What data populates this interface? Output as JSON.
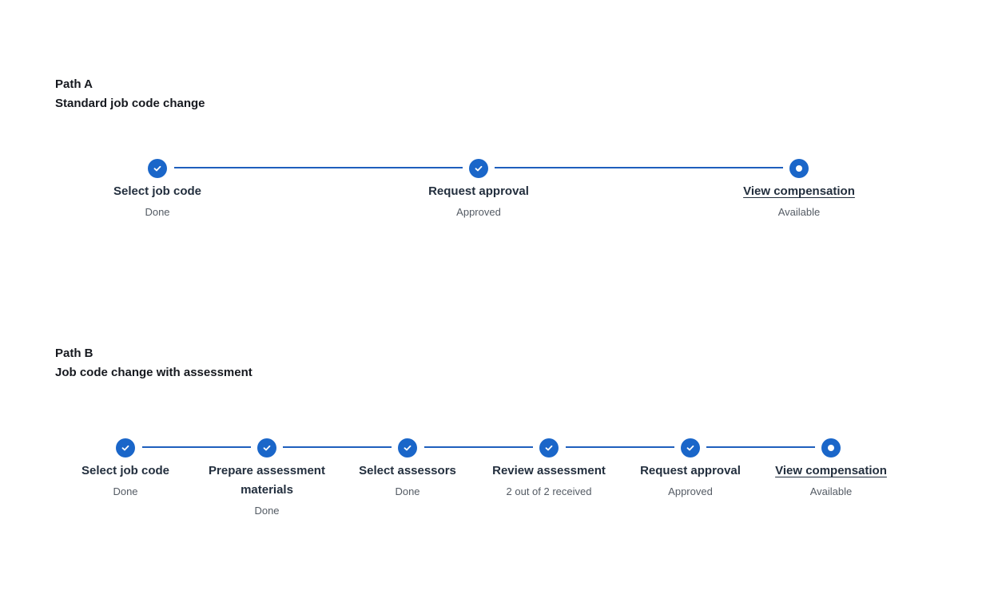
{
  "path_a": {
    "title": "Path A",
    "subtitle": "Standard job code change",
    "steps": [
      {
        "label": "Select job code",
        "status": "Done",
        "state": "complete",
        "link": false
      },
      {
        "label": "Request approval",
        "status": "Approved",
        "state": "complete",
        "link": false
      },
      {
        "label": "View compensation",
        "status": "Available",
        "state": "current",
        "link": true
      }
    ]
  },
  "path_b": {
    "title": "Path B",
    "subtitle": "Job code change with assessment",
    "steps": [
      {
        "label": "Select job code",
        "status": "Done",
        "state": "complete",
        "link": false
      },
      {
        "label": "Prepare assessment materials",
        "status": "Done",
        "state": "complete",
        "link": false
      },
      {
        "label": "Select assessors",
        "status": "Done",
        "state": "complete",
        "link": false
      },
      {
        "label": "Review assessment",
        "status": "2 out of 2 received",
        "state": "complete",
        "link": false
      },
      {
        "label": "Request approval",
        "status": "Approved",
        "state": "complete",
        "link": false
      },
      {
        "label": "View compensation",
        "status": "Available",
        "state": "current",
        "link": true
      }
    ]
  },
  "colors": {
    "accent": "#1a66c9",
    "connector": "#1f5fbd",
    "label": "#232f3e",
    "status": "#545b64"
  },
  "icons": {
    "complete": "check-circle-icon",
    "current": "current-dot-icon"
  }
}
